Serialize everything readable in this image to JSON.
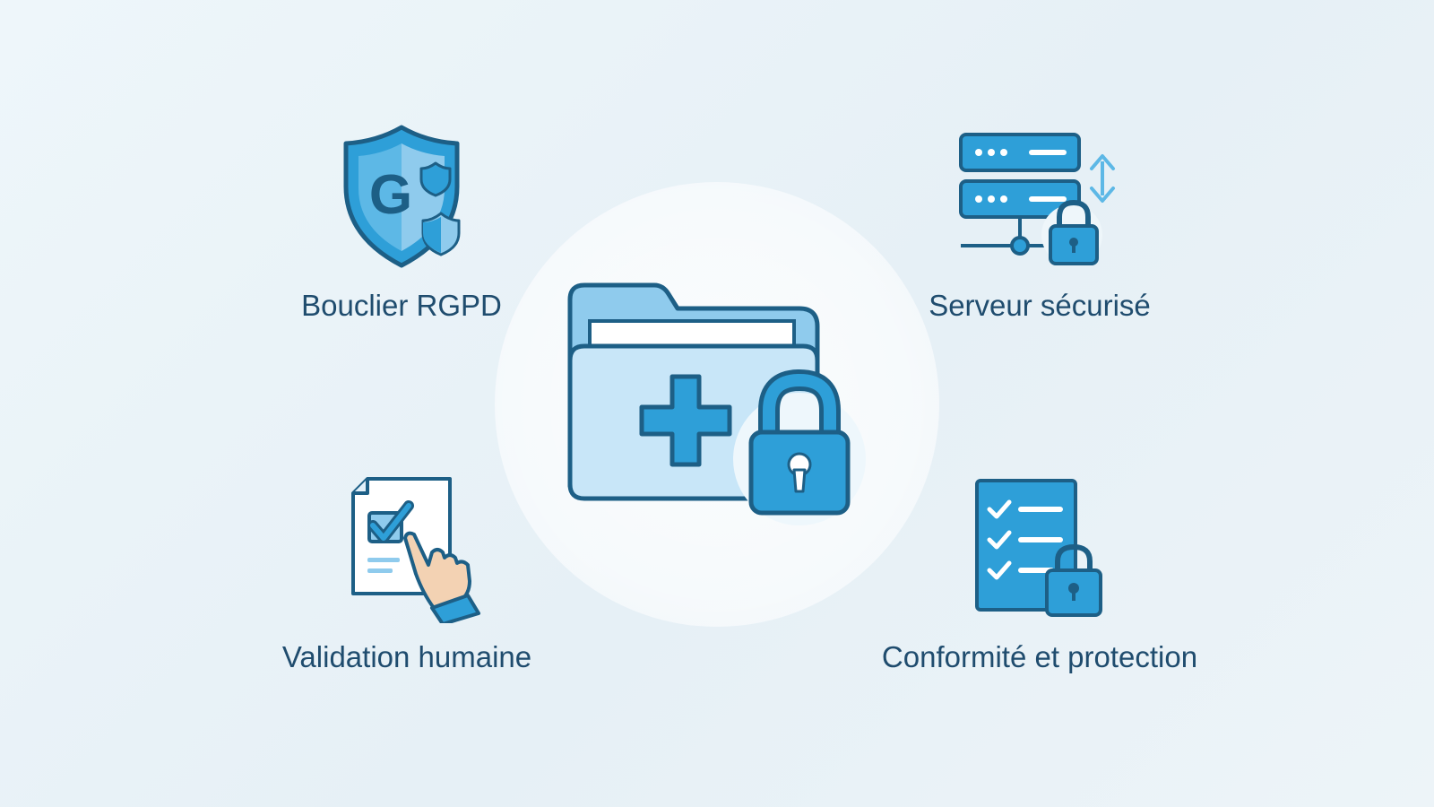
{
  "diagram": {
    "center": {
      "icon": "medical-folder-lock-icon"
    },
    "features": [
      {
        "label": "Bouclier RGPD",
        "icon": "gdpr-shield-icon"
      },
      {
        "label": "Serveur sécurisé",
        "icon": "secure-server-icon"
      },
      {
        "label": "Validation humaine",
        "icon": "human-validation-icon"
      },
      {
        "label": "Conformité et protection",
        "icon": "compliance-checklist-icon"
      }
    ],
    "shield_letter": "G"
  },
  "colors": {
    "primary": "#2e9fd8",
    "primary_dark": "#1d5f86",
    "light_fill": "#bfe2f6",
    "text": "#1f4c6e",
    "background": "#e9f3f8"
  }
}
